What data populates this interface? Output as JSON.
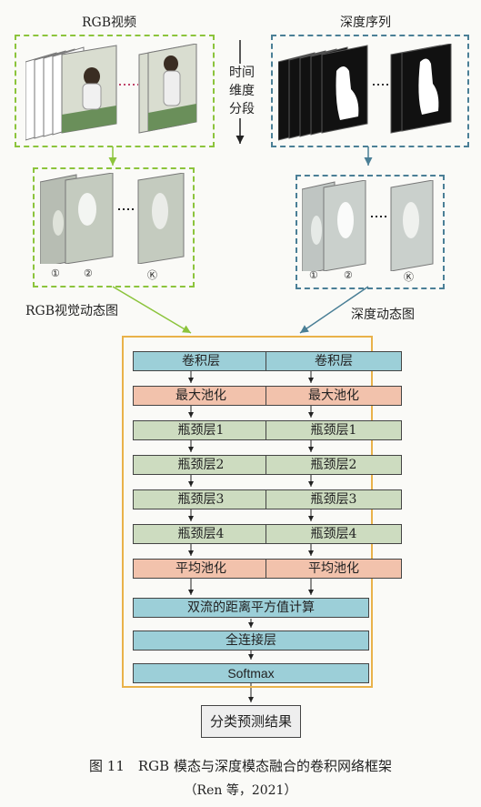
{
  "rgb_video_label": "RGB视频",
  "depth_seq_label": "深度序列",
  "time_label": [
    "时间",
    "维度",
    "分段"
  ],
  "rgb_dynamic_label": "RGB视觉动态图",
  "depth_dynamic_label": "深度动态图",
  "frame_numbers_rgb": [
    "①",
    "②",
    "Ⓚ"
  ],
  "frame_numbers_depth": [
    "①",
    "②",
    "Ⓚ"
  ],
  "stream_layers": [
    {
      "label": "卷积层",
      "color": "#9ccfd8"
    },
    {
      "label": "最大池化",
      "color": "#f2c2ac"
    },
    {
      "label": "瓶颈层1",
      "color": "#cddcc0"
    },
    {
      "label": "瓶颈层2",
      "color": "#cddcc0"
    },
    {
      "label": "瓶颈层3",
      "color": "#cddcc0"
    },
    {
      "label": "瓶颈层4",
      "color": "#cddcc0"
    },
    {
      "label": "平均池化",
      "color": "#f2c2ac"
    }
  ],
  "fusion_layers": [
    "双流的距离平方值计算",
    "全连接层",
    "Softmax"
  ],
  "result_label": "分类预测结果",
  "caption_line1": "图 11　RGB 模态与深度模态融合的卷积网络框架",
  "caption_line2": "（Ren 等，2021）"
}
